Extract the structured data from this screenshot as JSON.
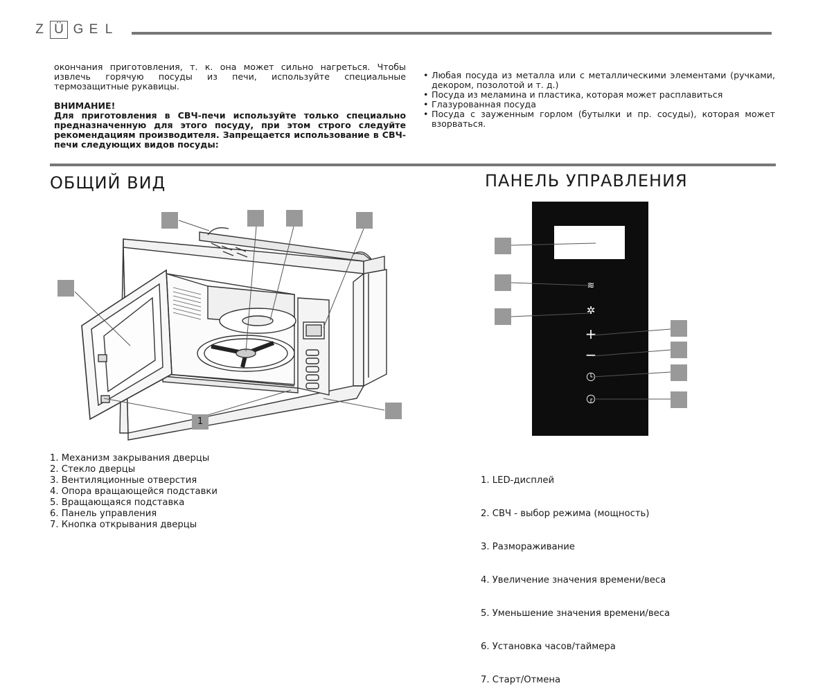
{
  "header": {
    "logo_letters": [
      "Z",
      "Ü",
      "G",
      "E",
      "L"
    ]
  },
  "left_column": {
    "paragraph": "окончания приготовления, т. к. она может сильно нагреться. Чтобы извлечь горячую посуды из печи, используйте специальные термозащитные рукавицы.",
    "warning_title": "ВНИМАНИЕ!",
    "warning_text": "Для приготовления в СВЧ-печи используйте только специально предназначенную для этого посуду, при этом строго следуйте рекомендациям производителя. Запрещается использование в СВЧ-печи следующих видов посуды:"
  },
  "right_column": {
    "items": [
      "Любая посуда из металла или с металлическими элементами (ручками, декором, позолотой и т. д.)",
      "Посуда из меламина и пластика, которая может расплавиться",
      "Глазурованная посуда",
      "Посуда с зауженным горлом (бутылки и пр. сосуды), которая может взорваться."
    ]
  },
  "general_view": {
    "title": "ОБЩИЙ ВИД",
    "callout_label": "1",
    "legend": [
      "1. Механизм закрывания дверцы",
      "2. Стекло дверцы",
      "3. Вентиляционные отверстия",
      "4. Опора вращающейся подставки",
      "5. Вращающаяся подставка",
      "6. Панель управления",
      "7. Кнопка открывания дверцы"
    ]
  },
  "control_panel": {
    "title": "ПАНЕЛЬ УПРАВЛЕНИЯ",
    "icons": [
      "mode-icon",
      "defrost-icon",
      "plus-icon",
      "minus-icon",
      "clock-icon",
      "start-icon"
    ],
    "legend": [
      "1.   LED-дисплей",
      "2.   СВЧ - выбор режима (мощность)",
      "3.   Размораживание",
      "4.   Увеличение значения времени/веса",
      "5.   Уменьшение значения времени/веса",
      "6.   Установка часов/таймера",
      "7.   Старт/Отмена"
    ]
  }
}
